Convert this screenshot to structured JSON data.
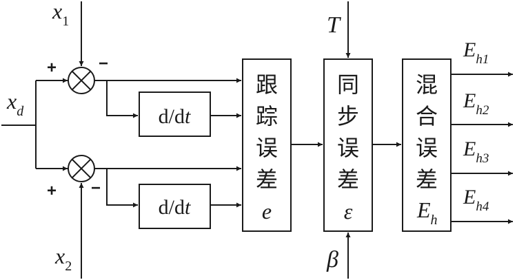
{
  "inputs": {
    "x1": {
      "base": "x",
      "sub": "1"
    },
    "x2": {
      "base": "x",
      "sub": "2"
    },
    "xd": {
      "base": "x",
      "sub": "d"
    },
    "T": "T",
    "beta": "β"
  },
  "signs": {
    "sj1_plus": "+",
    "sj1_minus": "−",
    "sj2_plus": "+",
    "sj2_minus": "−"
  },
  "blocks": {
    "derivative_1": {
      "d": "d/d",
      "t": "t"
    },
    "derivative_2": {
      "d": "d/d",
      "t": "t"
    },
    "tracking_error": {
      "chars": [
        "跟",
        "踪",
        "误",
        "差"
      ],
      "symbol": "e"
    },
    "sync_error": {
      "chars": [
        "同",
        "步",
        "误",
        "差"
      ],
      "symbol": "ε"
    },
    "mixed_error": {
      "chars": [
        "混",
        "合",
        "误",
        "差"
      ],
      "symbol_base": "E",
      "symbol_sub": "h"
    }
  },
  "outputs": [
    {
      "base": "E",
      "sub": "h1"
    },
    {
      "base": "E",
      "sub": "h2"
    },
    {
      "base": "E",
      "sub": "h3"
    },
    {
      "base": "E",
      "sub": "h4"
    }
  ],
  "colors": {
    "stroke": "#1a1a1a",
    "background": "#ffffff"
  }
}
